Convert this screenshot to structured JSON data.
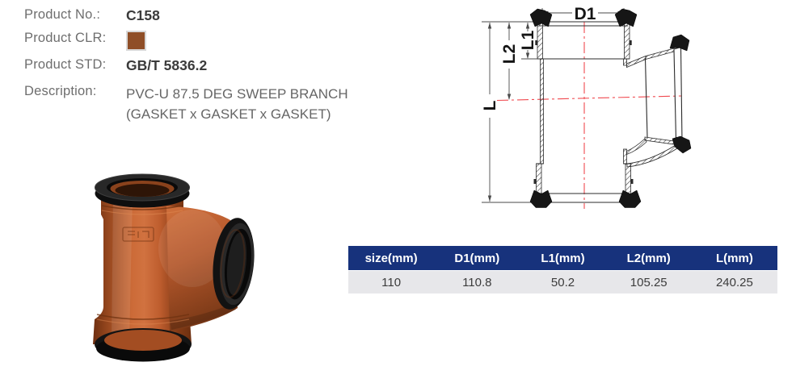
{
  "product_info": {
    "no_label": "Product No.:",
    "no_value": "C158",
    "clr_label": "Product CLR:",
    "clr_swatch_color": "#8F4E27",
    "std_label": "Product STD:",
    "std_value": "GB/T 5836.2",
    "desc_label": "Description:",
    "desc_line1": "PVC-U 87.5 DEG SWEEP BRANCH",
    "desc_line2": "(GASKET x GASKET x GASKET)"
  },
  "diagram": {
    "dim_d1": "D1",
    "dim_l1": "L1",
    "dim_l2": "L2",
    "dim_l": "L",
    "centerline_color": "#F04A50",
    "line_color": "#2B2B2B"
  },
  "photo": {
    "description": "PVC-U 87.5 deg sweep branch fitting, terracotta body with black gasket rings",
    "body_color": "#C4653A",
    "ring_color": "#1B1B1B"
  },
  "spec_table": {
    "header_bg": "#17327C",
    "header_text_color": "#FFFFFF",
    "row_bg": "#E7E7EA",
    "columns": [
      "size(mm)",
      "D1(mm)",
      "L1(mm)",
      "L2(mm)",
      "L(mm)"
    ],
    "rows": [
      [
        "110",
        "110.8",
        "50.2",
        "105.25",
        "240.25"
      ]
    ]
  }
}
